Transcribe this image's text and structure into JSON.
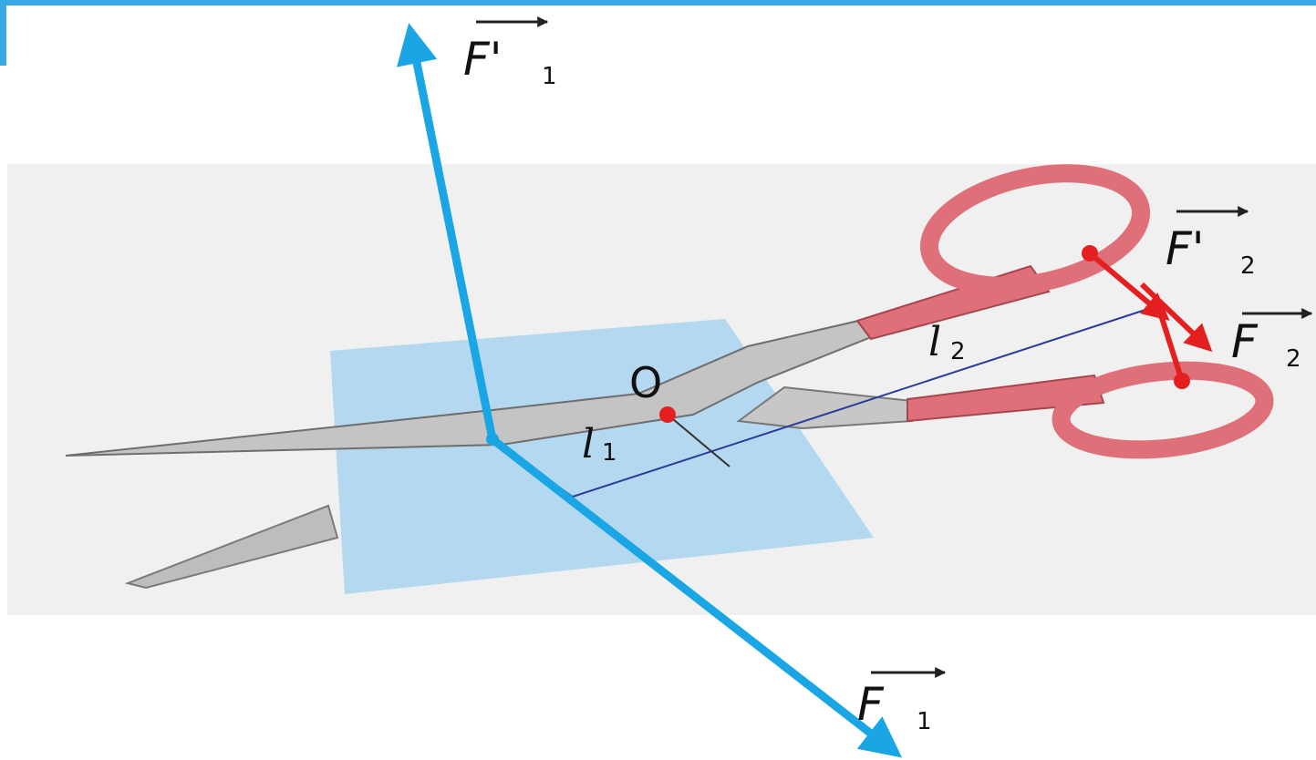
{
  "labels": {
    "f1_prime": {
      "main": "F'",
      "sub": "1"
    },
    "f1": {
      "main": "F",
      "sub": "1"
    },
    "f2_prime": {
      "main": "F'",
      "sub": "2"
    },
    "f2": {
      "main": "F",
      "sub": "2"
    },
    "pivot": "O",
    "l1": "l",
    "l1_sub": "1",
    "l2": "l",
    "l2_sub": "2"
  },
  "colors": {
    "frame_accent": "#3aa8e6",
    "force_blue": "#1aa6e4",
    "force_red": "#e41f1f",
    "paper": "#a9d3ee",
    "handle": "#df6f78",
    "blade": "#b9b9b9",
    "background_band": "#f0f0f0"
  }
}
